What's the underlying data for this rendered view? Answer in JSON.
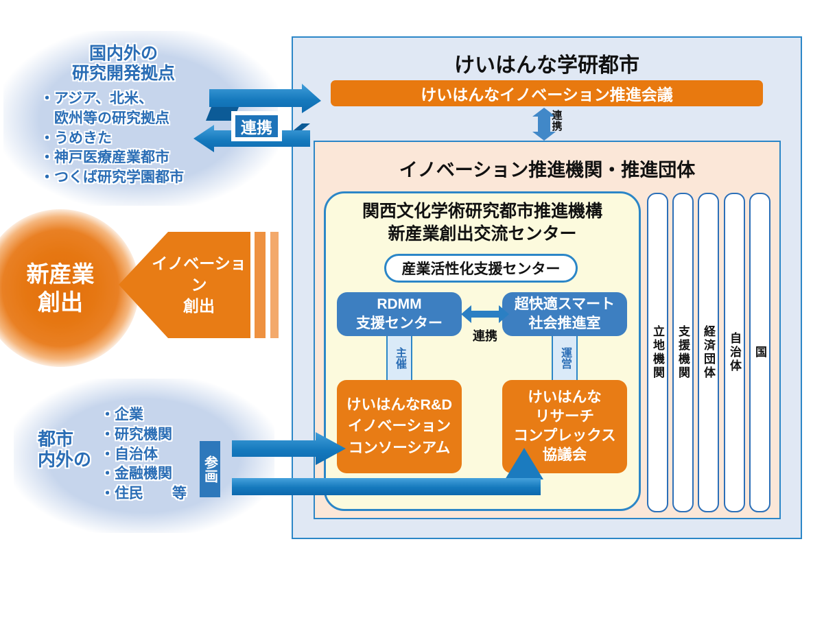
{
  "left": {
    "rnd_hub": {
      "title_line1": "国内外の",
      "title_line2": "研究開発拠点",
      "items": [
        "・アジア、北米、",
        "　欧州等の研究拠点",
        "・うめきた",
        "・神戸医療産業都市",
        "・つくば研究学園都市"
      ]
    },
    "collab_label": "連携",
    "new_industry": {
      "line1": "新産業",
      "line2": "創出"
    },
    "innovation_arrow": {
      "line1": "イノベーション",
      "line2": "創出"
    },
    "city_group": {
      "label_line1": "都市",
      "label_line2": "内外の",
      "items": [
        "・企業",
        "・研究機関",
        "・自治体",
        "・金融機関",
        "・住民　　等"
      ],
      "participate_label": "参画"
    }
  },
  "main": {
    "title": "けいはんな学研都市",
    "council_bar": "けいはんなイノベーション推進会議",
    "v_link_label": "連携",
    "org_box": {
      "title": "イノベーション推進機関・推進団体",
      "center": {
        "title_line1": "関西文化学術研究都市推進機構",
        "title_line2": "新産業創出交流センター",
        "pill": "産業活性化支援センター",
        "rdmm": {
          "line1": "RDMM",
          "line2": "支援センター"
        },
        "smart": {
          "line1": "超快適スマート",
          "line2": "社会推進室"
        },
        "link_label": "連携",
        "host_label": "主催",
        "operate_label": "運営",
        "consortium": [
          "けいはんなR&D",
          "イノベーション",
          "コンソーシアム"
        ],
        "research_complex": [
          "けいはんな",
          "リサーチ",
          "コンプレックス",
          "協議会"
        ]
      },
      "pillars": [
        "立地機関",
        "支援機関",
        "経済団体",
        "自治体",
        "国"
      ]
    }
  },
  "colors": {
    "accent_blue_border": "#2b86c7",
    "arrow_blue": "#1579bd",
    "box_blue": "#3d7fc1",
    "orange": "#e87c15",
    "outer_bg": "#e0e8f4",
    "pink_bg": "#fbe7d8",
    "cream_bg": "#fcfadd",
    "ellipse_blue": "#c6d5ec",
    "text_blue": "#2a6db5"
  }
}
